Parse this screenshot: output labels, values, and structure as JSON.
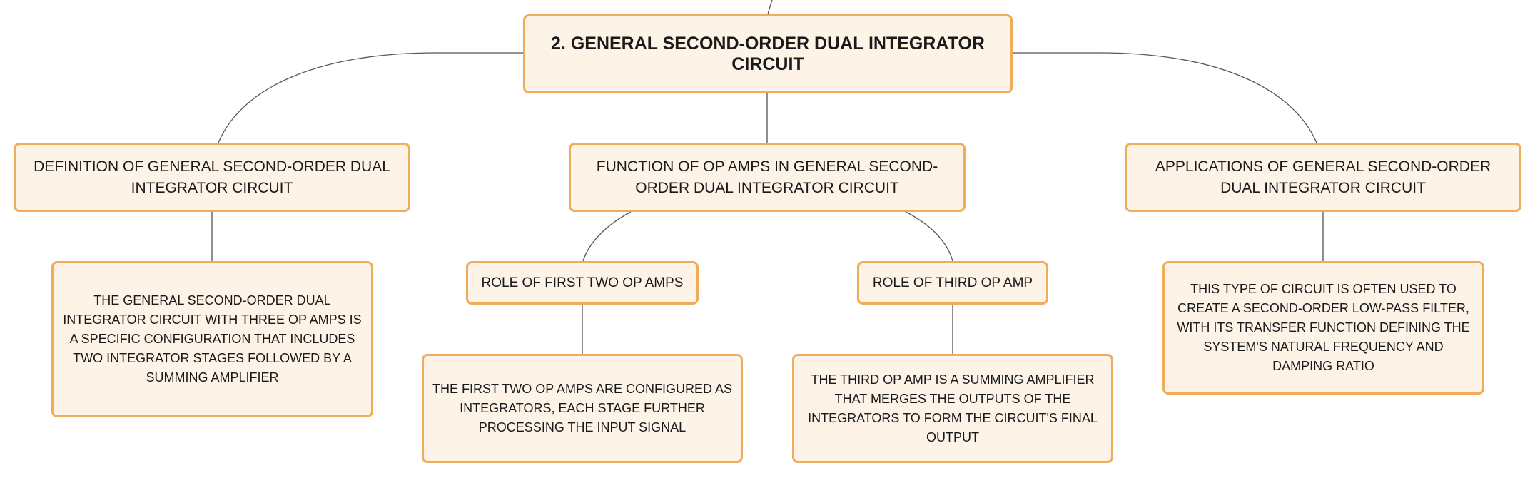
{
  "root": {
    "title": "2. GENERAL SECOND-ORDER DUAL INTEGRATOR CIRCUIT"
  },
  "branches": {
    "definition": {
      "label": "DEFINITION OF GENERAL SECOND-ORDER DUAL INTEGRATOR CIRCUIT",
      "detail": "THE GENERAL SECOND-ORDER DUAL INTEGRATOR CIRCUIT WITH THREE OP AMPS IS A SPECIFIC CONFIGURATION THAT INCLUDES TWO INTEGRATOR STAGES FOLLOWED BY A SUMMING AMPLIFIER"
    },
    "function": {
      "label": "FUNCTION OF OP AMPS IN GENERAL SECOND-ORDER DUAL INTEGRATOR CIRCUIT",
      "role_first_two": {
        "label": "ROLE OF FIRST TWO OP AMPS",
        "detail": "THE FIRST TWO OP AMPS ARE CONFIGURED AS INTEGRATORS, EACH STAGE FURTHER PROCESSING THE INPUT SIGNAL"
      },
      "role_third": {
        "label": "ROLE OF THIRD OP AMP",
        "detail": "THE THIRD OP AMP IS A SUMMING AMPLIFIER THAT MERGES THE OUTPUTS OF THE INTEGRATORS TO FORM THE CIRCUIT'S FINAL OUTPUT"
      }
    },
    "applications": {
      "label": "APPLICATIONS OF GENERAL SECOND-ORDER DUAL INTEGRATOR CIRCUIT",
      "detail": "THIS TYPE OF CIRCUIT IS OFTEN USED TO CREATE A SECOND-ORDER LOW-PASS FILTER, WITH ITS TRANSFER FUNCTION DEFINING THE SYSTEM'S NATURAL FREQUENCY AND DAMPING RATIO"
    }
  },
  "colors": {
    "node_fill": "#fdf3e7",
    "node_border": "#f0ac5a",
    "connector": "#555555"
  }
}
